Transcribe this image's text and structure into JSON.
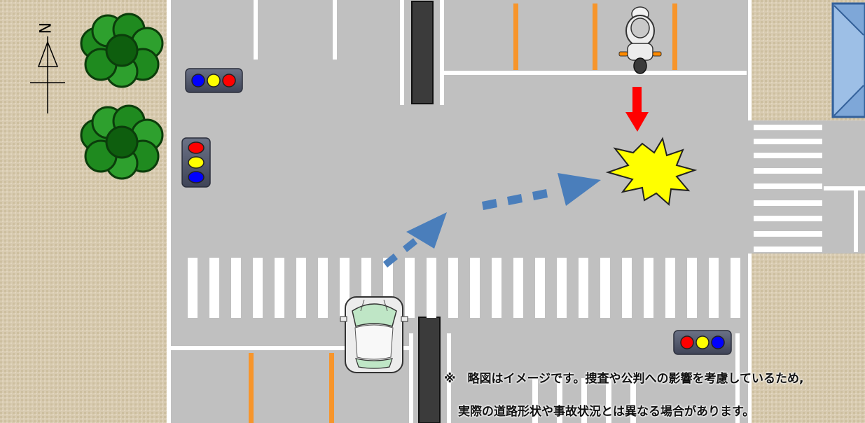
{
  "compass": {
    "label": "N"
  },
  "notice": {
    "line1": "※　略図はイメージです。捜査や公判への影響を考慮しているため,",
    "line2": "実際の道路形状や事故状況とは異なる場合があります。"
  },
  "colors": {
    "road": "#c0c0c0",
    "sidewalk": "#d9ccb3",
    "center_line": "#f7952b",
    "route_arrow": "#4a7ebb",
    "motorcycle_arrow": "#ff0000",
    "impact": "#ffff00",
    "signal_red": "#ff0000",
    "signal_yellow": "#ffff00",
    "signal_blue": "#0000ff"
  },
  "icons": {
    "car": "car-icon",
    "motorcycle": "motorcycle-icon",
    "impact": "collision-burst-icon",
    "tree": "tree-icon",
    "traffic_signal": "traffic-signal-icon"
  }
}
